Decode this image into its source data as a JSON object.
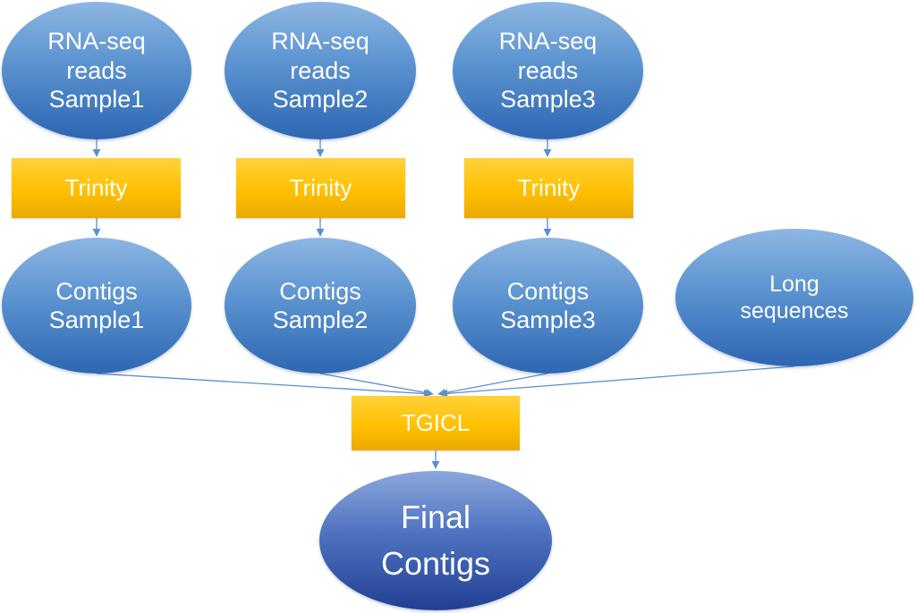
{
  "inputs": [
    {
      "lines": [
        "RNA-seq",
        "reads",
        "Sample1"
      ]
    },
    {
      "lines": [
        "RNA-seq",
        "reads",
        "Sample2"
      ]
    },
    {
      "lines": [
        "RNA-seq",
        "reads",
        "Sample3"
      ]
    }
  ],
  "assemblers": [
    {
      "label": "Trinity"
    },
    {
      "label": "Trinity"
    },
    {
      "label": "Trinity"
    }
  ],
  "contigs": [
    {
      "lines": [
        "Contigs",
        "Sample1"
      ]
    },
    {
      "lines": [
        "Contigs",
        "Sample2"
      ]
    },
    {
      "lines": [
        "Contigs",
        "Sample3"
      ]
    }
  ],
  "long_sequences": {
    "lines": [
      "Long",
      "sequences"
    ]
  },
  "clustering": {
    "label": "TGICL"
  },
  "final": {
    "lines": [
      "Final",
      "Contigs"
    ]
  },
  "colors": {
    "ellipse_fill": "#5b93d0",
    "final_fill": "#3b5fb0",
    "process_fill": "#ffc000",
    "arrow": "#5b8fcf",
    "text": "#ffffff"
  }
}
